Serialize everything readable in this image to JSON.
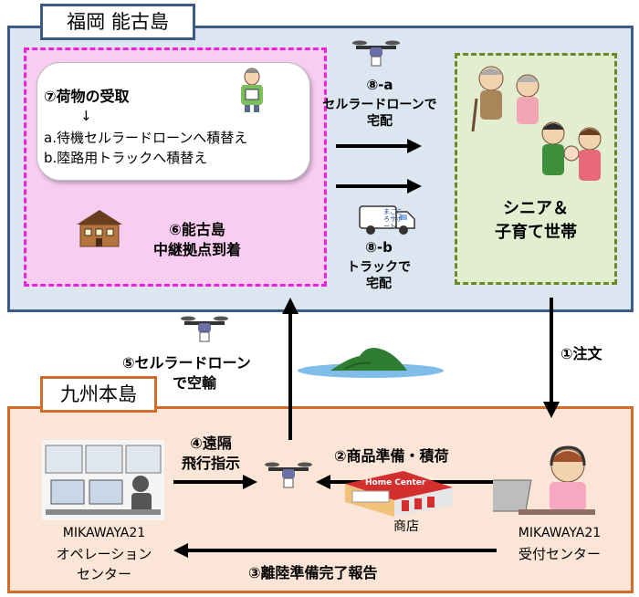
{
  "regions": {
    "fukuoka": "福岡 能古島",
    "kyushu": "九州本島"
  },
  "relay": {
    "receive_title": "⑦荷物の受取",
    "arrow_down": "↓",
    "option_a": "a.待機セルラードローンへ積替え",
    "option_b": "b.陸路用トラックへ積替え",
    "arrive_line1": "⑥能古島",
    "arrive_line2": "中継拠点到着"
  },
  "delivery": {
    "drone_line1": "⑧-a",
    "drone_line2": "セルラードローンで",
    "drone_line3": "宅配",
    "truck_line1": "⑧-b",
    "truck_line2": "トラックで",
    "truck_line3": "宅配",
    "truck_sign": "まごころサポート"
  },
  "household": {
    "line1": "シニア＆",
    "line2": "子育て世帯"
  },
  "flow": {
    "order": "①注文",
    "prepare": "②商品準備・積荷",
    "report": "③離陸準備完了報告",
    "remote_line1": "④遠隔",
    "remote_line2": "飛行指示",
    "air_line1": "⑤セルラードローン",
    "air_line2": "で空輸"
  },
  "places": {
    "shop": "商店",
    "shop_sign": "Home Center",
    "ops_line1": "MIKAWAYA21",
    "ops_line2": "オペレーション",
    "ops_line3": "センター",
    "reception_line1": "MIKAWAYA21",
    "reception_line2": "受付センター"
  },
  "colors": {
    "fukuoka_border": "#3b5a85",
    "kyushu_border": "#d36b2b",
    "relay_border": "#ee22dd",
    "household_border": "#6a8a28"
  },
  "icons": [
    "drone-icon",
    "house-icon",
    "delivery-truck-icon",
    "island-icon",
    "family-icon",
    "operator-icon",
    "store-icon",
    "control-room-icon",
    "person-icon"
  ]
}
